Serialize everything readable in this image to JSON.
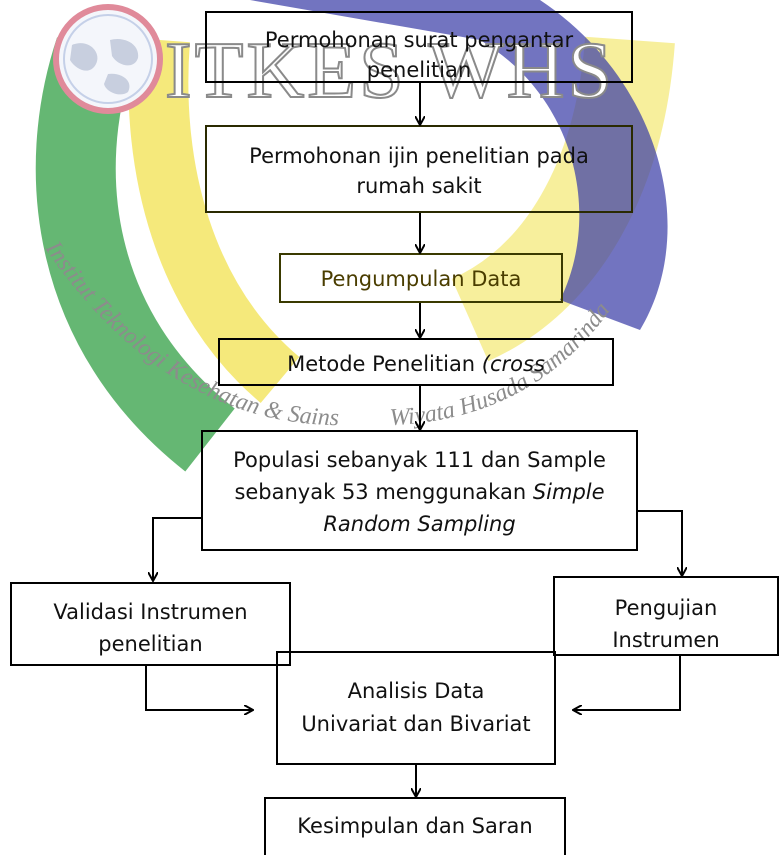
{
  "watermark": {
    "title": "ITKES WHS",
    "arc_text_left": "Institut Teknologi Kesehatan & Sains",
    "arc_text_right": "Wiyata Husada Samarinda"
  },
  "flow": {
    "b1": "Permohonan surat pengantar penelitian",
    "b2": "Permohonan ijin penelitian pada rumah sakit",
    "b3": "Pengumpulan Data",
    "b4_main": "Metode Penelitian ",
    "b4_italic": "(cross sectional)",
    "b5_line1": "Populasi sebanyak 111 dan Sample",
    "b5_line2_main": "sebanyak 53 menggunakan ",
    "b5_line2_italic": "Simple",
    "b5_line3_italic": "Random Sampling",
    "b6": "Validasi Instrumen penelitian",
    "b7": "Pengujian Instrumen",
    "b8_line1": "Analisis Data",
    "b8_line2": "Univariat dan Bivariat",
    "b9": "Kesimpulan dan Saran"
  },
  "colors": {
    "watermark_green": "#3aa34b",
    "watermark_yellow": "#f2e45a",
    "watermark_blue": "#3c3fa8",
    "watermark_text": "#8a8a8a",
    "box_border": "#000000"
  }
}
